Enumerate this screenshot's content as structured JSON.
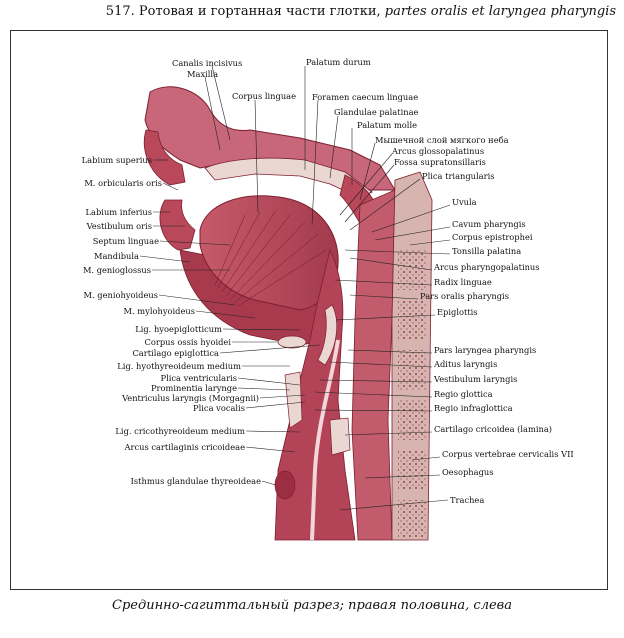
{
  "header": {
    "number": "517.",
    "title_ru": "Ротовая и гортанная части глотки,",
    "title_latin": "partes oralis et laryngea pharyngis"
  },
  "caption": "Срединно-сагиттальный разрез; правая половина, слева",
  "colors": {
    "tissue": "#b8485a",
    "tissue_dark": "#7e1f30",
    "tissue_light": "#e3aab1",
    "bone": "#d8c8b8",
    "cartilage": "#ead7d2"
  },
  "labels": {
    "canalis_incisivus": "Canalis incisivus",
    "maxilla": "Maxilla",
    "corpus_linguae": "Corpus linguae",
    "palatum_durum": "Palatum durum",
    "foramen_caecum": "Foramen caecum linguae",
    "glandulae_palatinae": "Glandulae palatinae",
    "palatum_molle": "Palatum molle",
    "myshechny_sloy": "Мышечной слой мягкого неба",
    "arcus_glossopalatinus": "Arcus glossopalatinus",
    "fossa_supratonsillaris": "Fossa supratonsillaris",
    "plica_triangularis": "Plica triangularis",
    "uvula": "Uvula",
    "cavum_pharyngis": "Cavum pharyngis",
    "corpus_epistrophei": "Corpus epistrophei",
    "tonsilla_palatina": "Tonsilla palatina",
    "arcus_pharyngopalatinus": "Arcus pharyngopalatinus",
    "radix_linguae": "Radix linguae",
    "pars_oralis": "Pars oralis pharyngis",
    "epiglottis": "Epiglottis",
    "pars_laryngea": "Pars laryngea pharyngis",
    "aditus_laryngis": "Aditus laryngis",
    "vestibulum_laryngis": "Vestibulum laryngis",
    "regio_glottica": "Regio glottica",
    "regio_infraglottica": "Regio infraglottica",
    "cartilago_cricoidea": "Cartilago cricoidea (lamina)",
    "corpus_vertebrae": "Corpus vertebrae cervicalis VII",
    "oesophagus": "Oesophagus",
    "trachea": "Trachea",
    "labium_superius": "Labium superius",
    "m_orbicularis_oris": "M. orbicularis oris",
    "labium_inferius": "Labium inferius",
    "vestibulum_oris": "Vestibulum oris",
    "septum_linguae": "Septum linguae",
    "mandibula": "Mandibula",
    "m_genioglossus": "M. genioglossus",
    "m_geniohyoideus": "M. geniohyoideus",
    "m_mylohyoideus": "M. mylohyoideus",
    "lig_hyoepiglotticum": "Lig. hyoepiglotticum",
    "corpus_ossis_hyoidei": "Corpus ossis hyoidei",
    "cartilago_epiglottica": "Cartilago epiglottica",
    "lig_hyothyreoideum": "Lig. hyothyreoideum medium",
    "plica_ventricularis": "Plica ventricularis",
    "prominentia_laryngea": "Prominentia larynge",
    "ventriculus_laryngis": "Ventriculus laryngis (Morgagnii)",
    "plica_vocalis": "Plica vocalis",
    "lig_cricothyreoideum": "Lig. cricothyreoideum medium",
    "arcus_cartilaginis": "Arcus cartilaginis cricoideae",
    "isthmus_glandulae": "Isthmus glandulae thyreoideae"
  }
}
